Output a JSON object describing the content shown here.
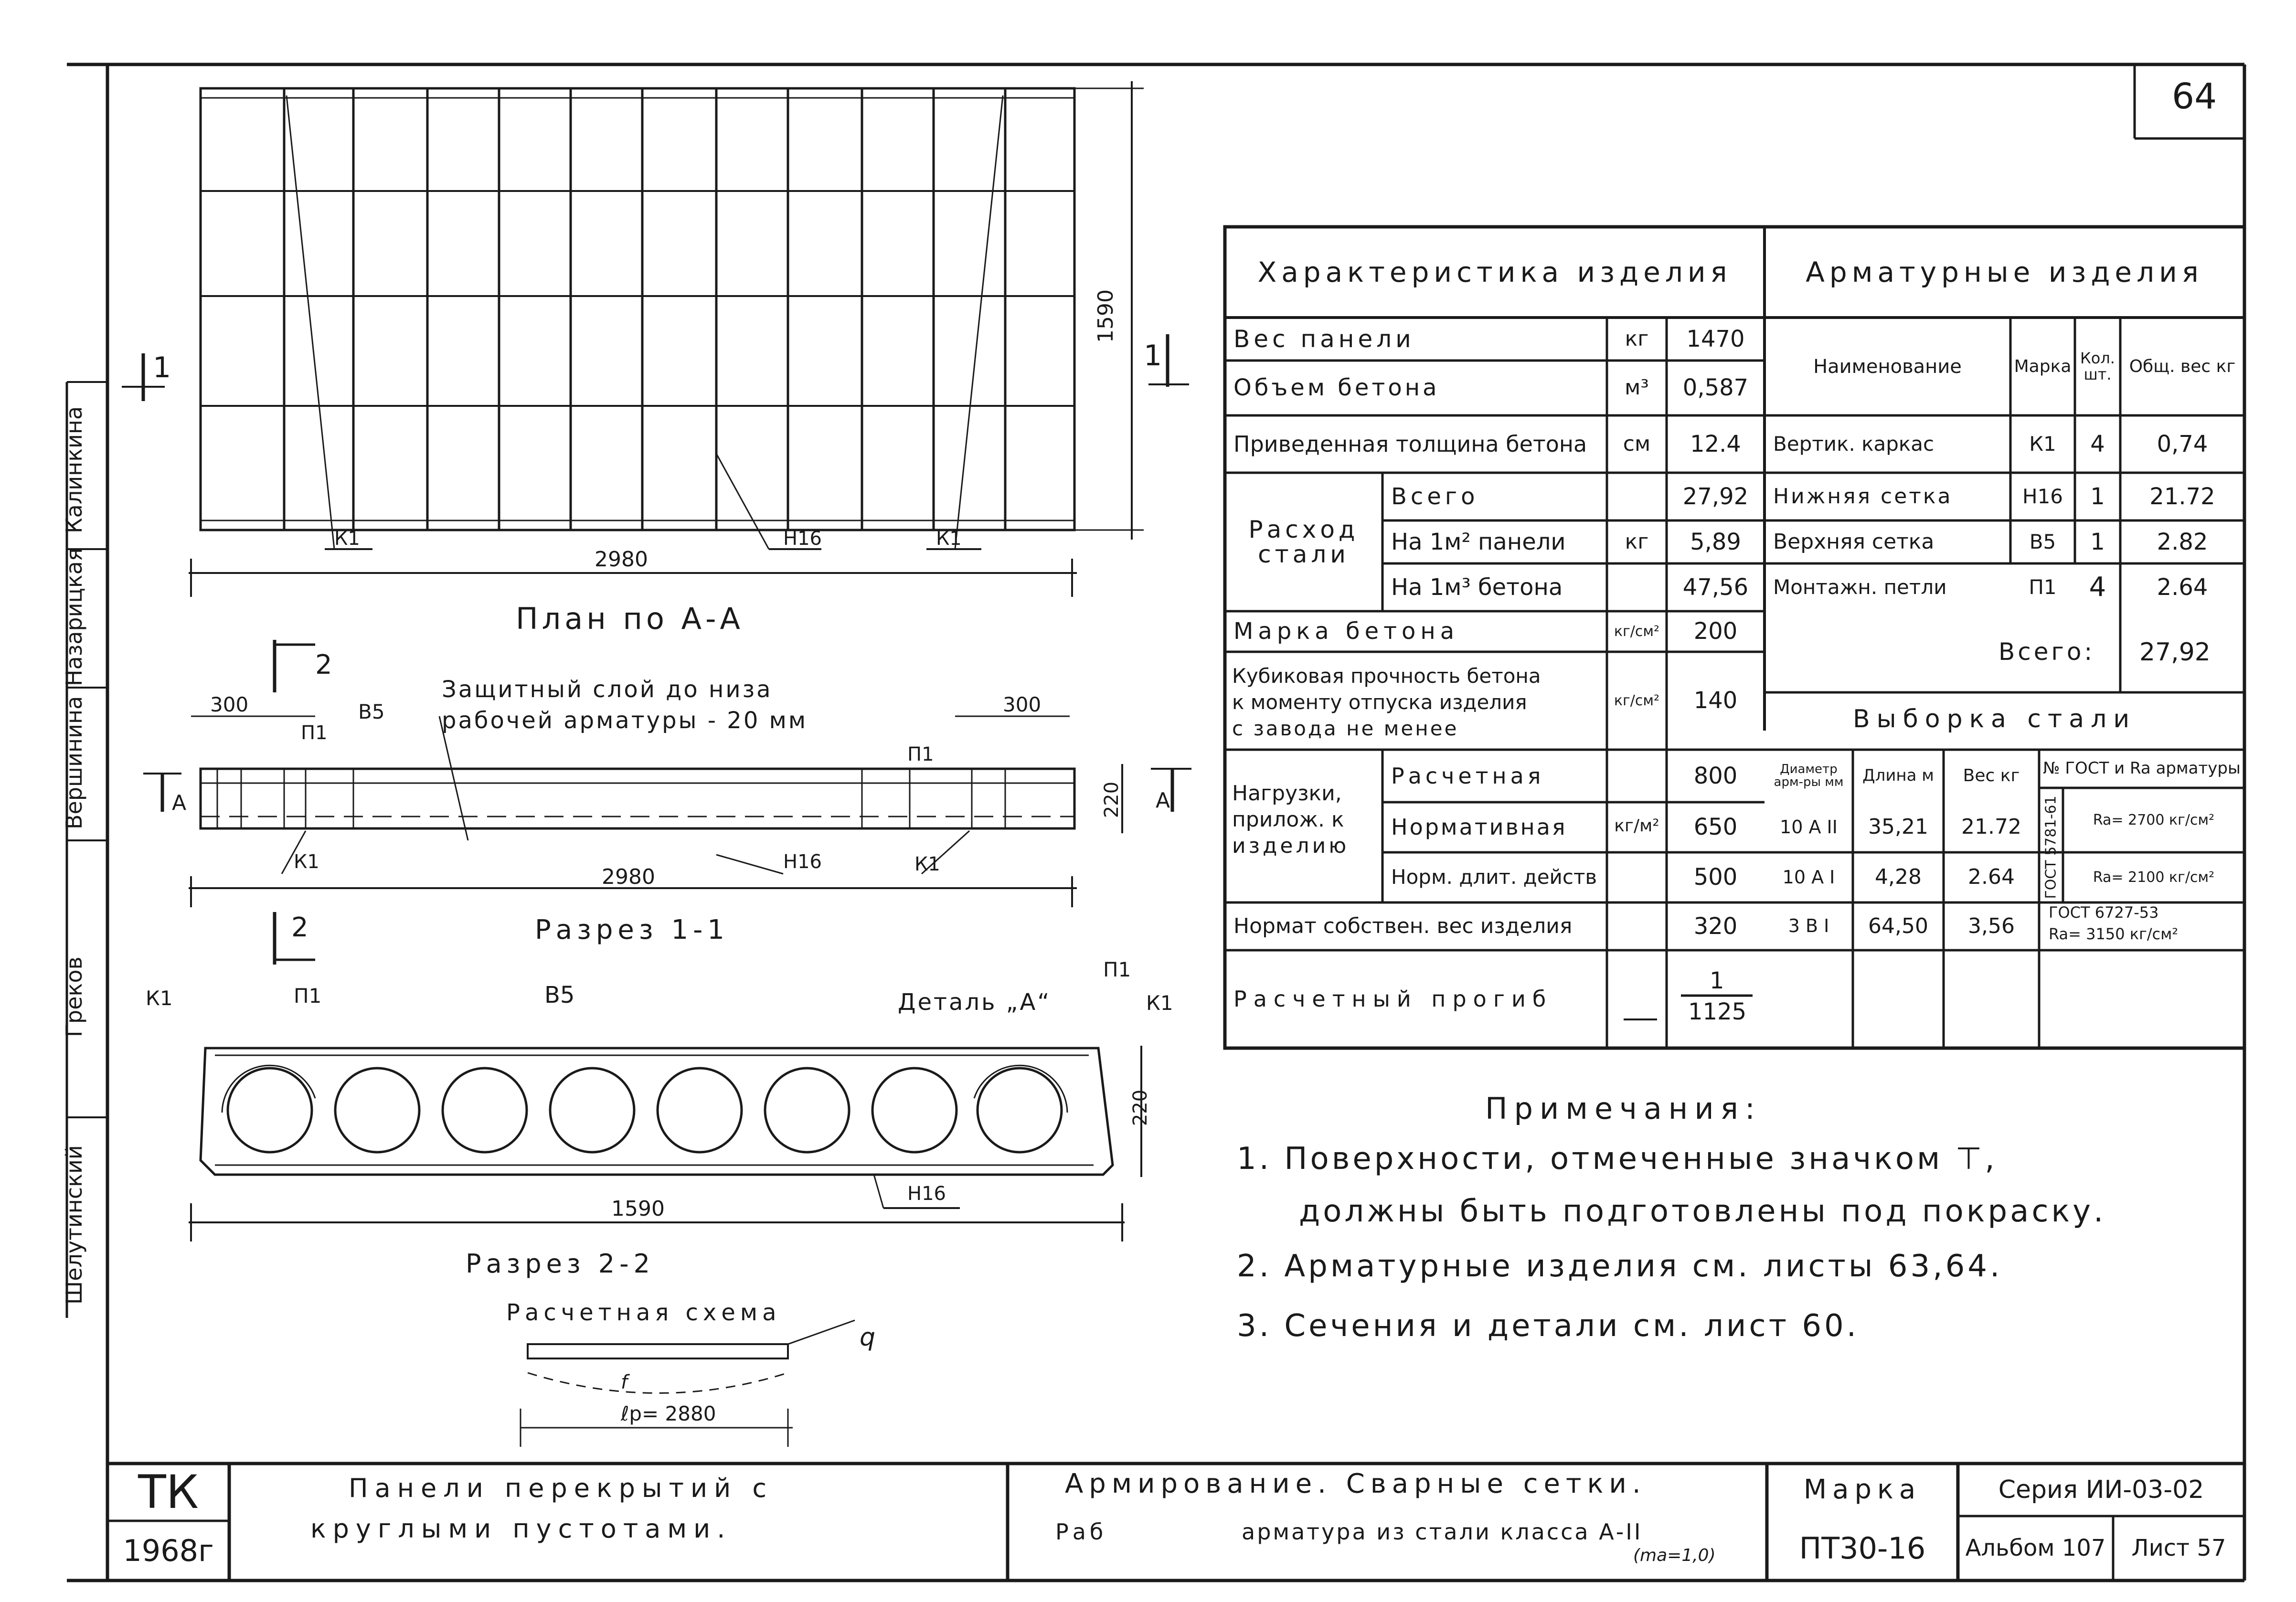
{
  "sheet_number": "64",
  "side_names": [
    "Шелутинский",
    "Греков",
    "Вершинина",
    "Назарицкая",
    "Калинкина"
  ],
  "plan": {
    "caption": "План по А-А",
    "dim_length": "2980",
    "dim_width": "1590",
    "labels": [
      "К1",
      "Н16",
      "К1"
    ],
    "section_mark": "1"
  },
  "section11": {
    "caption": "Разрез 1-1",
    "dim_left": "300",
    "dim_right": "300",
    "dim_length": "2980",
    "dim_height": "220",
    "cover_note_1": "Защитный слой до низа",
    "cover_note_2": "рабочей арматуры - 20 мм",
    "labels": [
      "В5",
      "П1",
      "К1",
      "Н16",
      "К1",
      "П1"
    ],
    "mark_a": "А",
    "mark_2": "2"
  },
  "section22": {
    "caption": "Разрез 2-2",
    "dim_width": "1590",
    "dim_height": "220",
    "labels": [
      "К1",
      "П1",
      "В5",
      "Деталь „А“",
      "П1",
      "К1",
      "Н16"
    ]
  },
  "scheme": {
    "title": "Расчетная схема",
    "q": "q",
    "f": "f",
    "span": "ℓр= 2880"
  },
  "table": {
    "head_left": "Характеристика изделия",
    "head_right": "Арматурные изделия",
    "rows": [
      {
        "label": "Вес панели",
        "unit": "кг",
        "value": "1470"
      },
      {
        "label": "Объем бетона",
        "unit": "м³",
        "value": "0,587"
      },
      {
        "label": "Приведенная толщина бетона",
        "unit": "см",
        "value": "12.4"
      }
    ],
    "steel_label": "Расход стали",
    "steel_unit": "кг",
    "steel_rows": [
      {
        "label": "Всего",
        "value": "27,92"
      },
      {
        "label": "На 1м² панели",
        "value": "5,89"
      },
      {
        "label": "На 1м³ бетона",
        "value": "47,56"
      }
    ],
    "concrete_grade": {
      "label": "Марка бетона",
      "unit": "кг/см²",
      "value": "200"
    },
    "strength": {
      "line1": "Кубиковая прочность бетона",
      "line2": "к моменту отпуска изделия",
      "line3": "с завода не менее",
      "unit": "кг/см²",
      "value": "140"
    },
    "loads_label": [
      "Нагрузки,",
      "прилож. к",
      "изделию"
    ],
    "loads_unit": "кг/м²",
    "loads": [
      {
        "label": "Расчетная",
        "value": "800"
      },
      {
        "label": "Нормативная",
        "value": "650"
      },
      {
        "label": "Норм. длит. действ",
        "value": "500"
      }
    ],
    "own_weight": {
      "label": "Нормат собствен. вес изделия",
      "value": "320"
    },
    "deflection": {
      "label": "Расчетный прогиб",
      "num": "1",
      "den": "1125"
    },
    "arm_header": {
      "name": "Наименование",
      "mark": "Марка",
      "qty": "Кол. шт.",
      "weight": "Общ. вес кг"
    },
    "arm_rows": [
      {
        "name": "Вертик. каркас",
        "mark": "К1",
        "qty": "4",
        "weight": "0,74"
      },
      {
        "name": "Нижняя сетка",
        "mark": "Н16",
        "qty": "1",
        "weight": "21.72"
      },
      {
        "name": "Верхняя сетка",
        "mark": "В5",
        "qty": "1",
        "weight": "2.82"
      },
      {
        "name": "Монтажн. петли",
        "mark": "П1",
        "qty": "4",
        "weight": "2.64"
      }
    ],
    "total_label": "Всего:",
    "total_value": "27,92",
    "steel_sel_title": "Выборка стали",
    "sel_header": {
      "dia": "Диаметр арм-ры мм",
      "len": "Длина м",
      "wt": "Вес кг",
      "gost": "№ ГОСТ и Ra арматуры"
    },
    "sel_rows": [
      {
        "dia": "10 А II",
        "len": "35,21",
        "wt": "21.72"
      },
      {
        "dia": "10 А I",
        "len": "4,28",
        "wt": "2.64"
      },
      {
        "dia": "3 В I",
        "len": "64,50",
        "wt": "3,56"
      }
    ],
    "gost_a": "ГОСТ 5781-61",
    "ra_1": "Ra= 2700 кг/см²",
    "ra_2": "Ra= 2100 кг/см²",
    "gost_b": "ГОСТ 6727-53",
    "ra_3": "Ra= 3150 кг/см²"
  },
  "notes": {
    "title": "Примечания:",
    "items": [
      "1. Поверхности, отмеченные значком ⊤,",
      "должны быть подготовлены под покраску.",
      "2. Арматурные изделия см. листы 63,64.",
      "3. Сечения и детали см. лист 60."
    ]
  },
  "title_block": {
    "tk": "ТК",
    "year": "1968г",
    "name_1": "Панели перекрытий с",
    "name_2": "круглыми пустотами.",
    "desc_1": "Армирование. Сварные сетки.",
    "desc_2a": "Раб",
    "desc_2b": "арматура из стали класса А-II",
    "desc_ma": "(mа=1,0)",
    "mark_label": "Марка",
    "mark_value": "ПТ30-16",
    "series": "Серия ИИ-03-02",
    "album": "Альбом 107",
    "sheet": "Лист 57"
  }
}
